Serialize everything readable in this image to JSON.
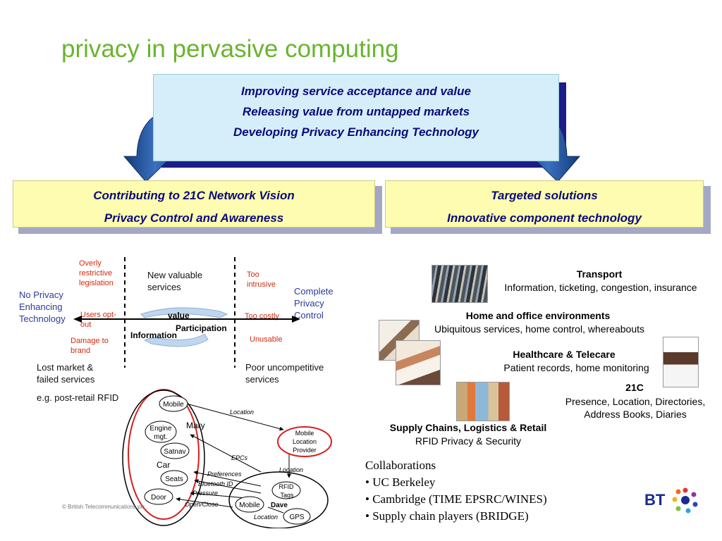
{
  "title": "privacy in pervasive computing",
  "top_box": {
    "lines": [
      "Improving service acceptance and value",
      "Releasing value from untapped markets",
      "Developing Privacy Enhancing Technology"
    ]
  },
  "left_box": {
    "lines": [
      "Contributing to 21C Network Vision",
      "Privacy Control and Awareness"
    ]
  },
  "right_box": {
    "lines": [
      "Targeted solutions",
      "Innovative component technology"
    ]
  },
  "spectrum": {
    "left_label": [
      "No Privacy",
      "Enhancing",
      "Technology"
    ],
    "right_label": [
      "Complete",
      "Privacy",
      "Control"
    ],
    "left_red": [
      [
        "Overly",
        "restrictive",
        "legislation"
      ],
      [
        "Users opt-",
        "out"
      ],
      [
        "Damage to",
        "brand"
      ]
    ],
    "right_red": [
      [
        "Too",
        "intrusive"
      ],
      [
        "Too costly"
      ],
      [
        "Unusable"
      ]
    ],
    "center_top": [
      "New valuable",
      "services"
    ],
    "cycle_words": {
      "value": "value",
      "participation": "Participation",
      "information": "Information"
    },
    "left_bottom": [
      "Lost market &",
      "failed services"
    ],
    "right_bottom": [
      "Poor uncompetitive",
      "services"
    ],
    "example": "e.g. post-retail RFID"
  },
  "rfid_diagram": {
    "mary": "Mary",
    "car": "Car",
    "dave": "Dave",
    "nodes": {
      "mobile_mary": "Mobile",
      "engine": [
        "Engine",
        "mgt."
      ],
      "satnav": "Satnav",
      "seats": "Seats",
      "door": "Door",
      "mlp": [
        "Mobile",
        "Location",
        "Provider"
      ],
      "rfid": [
        "RFID",
        "Tags"
      ],
      "mobile_dave": "Mobile",
      "gps": "GPS"
    },
    "arrow_labels": {
      "location1": "Location",
      "epcs": "EPCs",
      "location2": "Location",
      "preferences": "Preferences",
      "bluetooth": "Bluetooth ID",
      "pressure": "Pressure",
      "openclose": "Open/Close",
      "location3": "Location"
    }
  },
  "solutions": [
    {
      "title": "Transport",
      "desc": "Information, ticketing, congestion, insurance"
    },
    {
      "title": "Home and office environments",
      "desc": "Ubiquitous services, home control, whereabouts"
    },
    {
      "title": "Healthcare & Telecare",
      "desc": "Patient records, home monitoring"
    },
    {
      "title": "21C",
      "desc": "Presence, Location, Directories,",
      "desc2": "Address Books, Diaries"
    },
    {
      "title": "Supply Chains, Logistics & Retail",
      "desc": "RFID Privacy & Security"
    }
  ],
  "collaborations": {
    "heading": "Collaborations",
    "items": [
      "• UC Berkeley",
      "• Cambridge (TIME EPSRC/WINES)",
      "• Supply chain players (BRIDGE)"
    ]
  },
  "copyright": "© British Telecommunications plc",
  "logo": "BT",
  "colors": {
    "title": "#6ab42f",
    "box_text": "#0a0a7a",
    "top_box_bg": "#d6eefa",
    "yellow_box_bg": "#fdfcb0",
    "arrow": "#1e4d92"
  }
}
